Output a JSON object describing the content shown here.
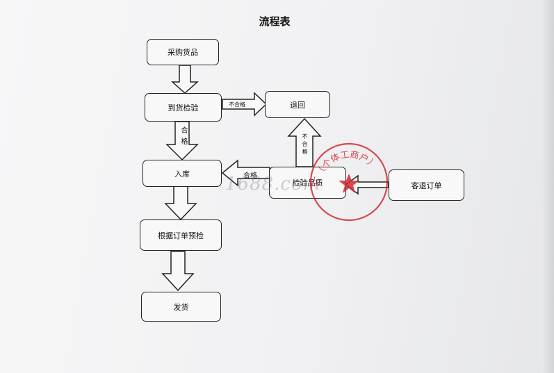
{
  "title": "流程表",
  "nodes": {
    "purchase": "采购货品",
    "arrival_inspection": "到货检验",
    "return": "退回",
    "warehouse": "入库",
    "pre_inspection": "根据订单预检",
    "shipping": "发货",
    "quality_inspection": "检验品质",
    "customer_return": "客退订单"
  },
  "edge_labels": {
    "fail_to_return": "不合格",
    "pass_to_warehouse": "合格",
    "fail_up": "不合格",
    "pass_left": "合格"
  },
  "watermark": "1688.com",
  "stamp": {
    "text": "厂（个体工商户）",
    "color": "#d12a32"
  },
  "colors": {
    "stroke": "#222222",
    "box_fill": "#f8f8f9"
  }
}
